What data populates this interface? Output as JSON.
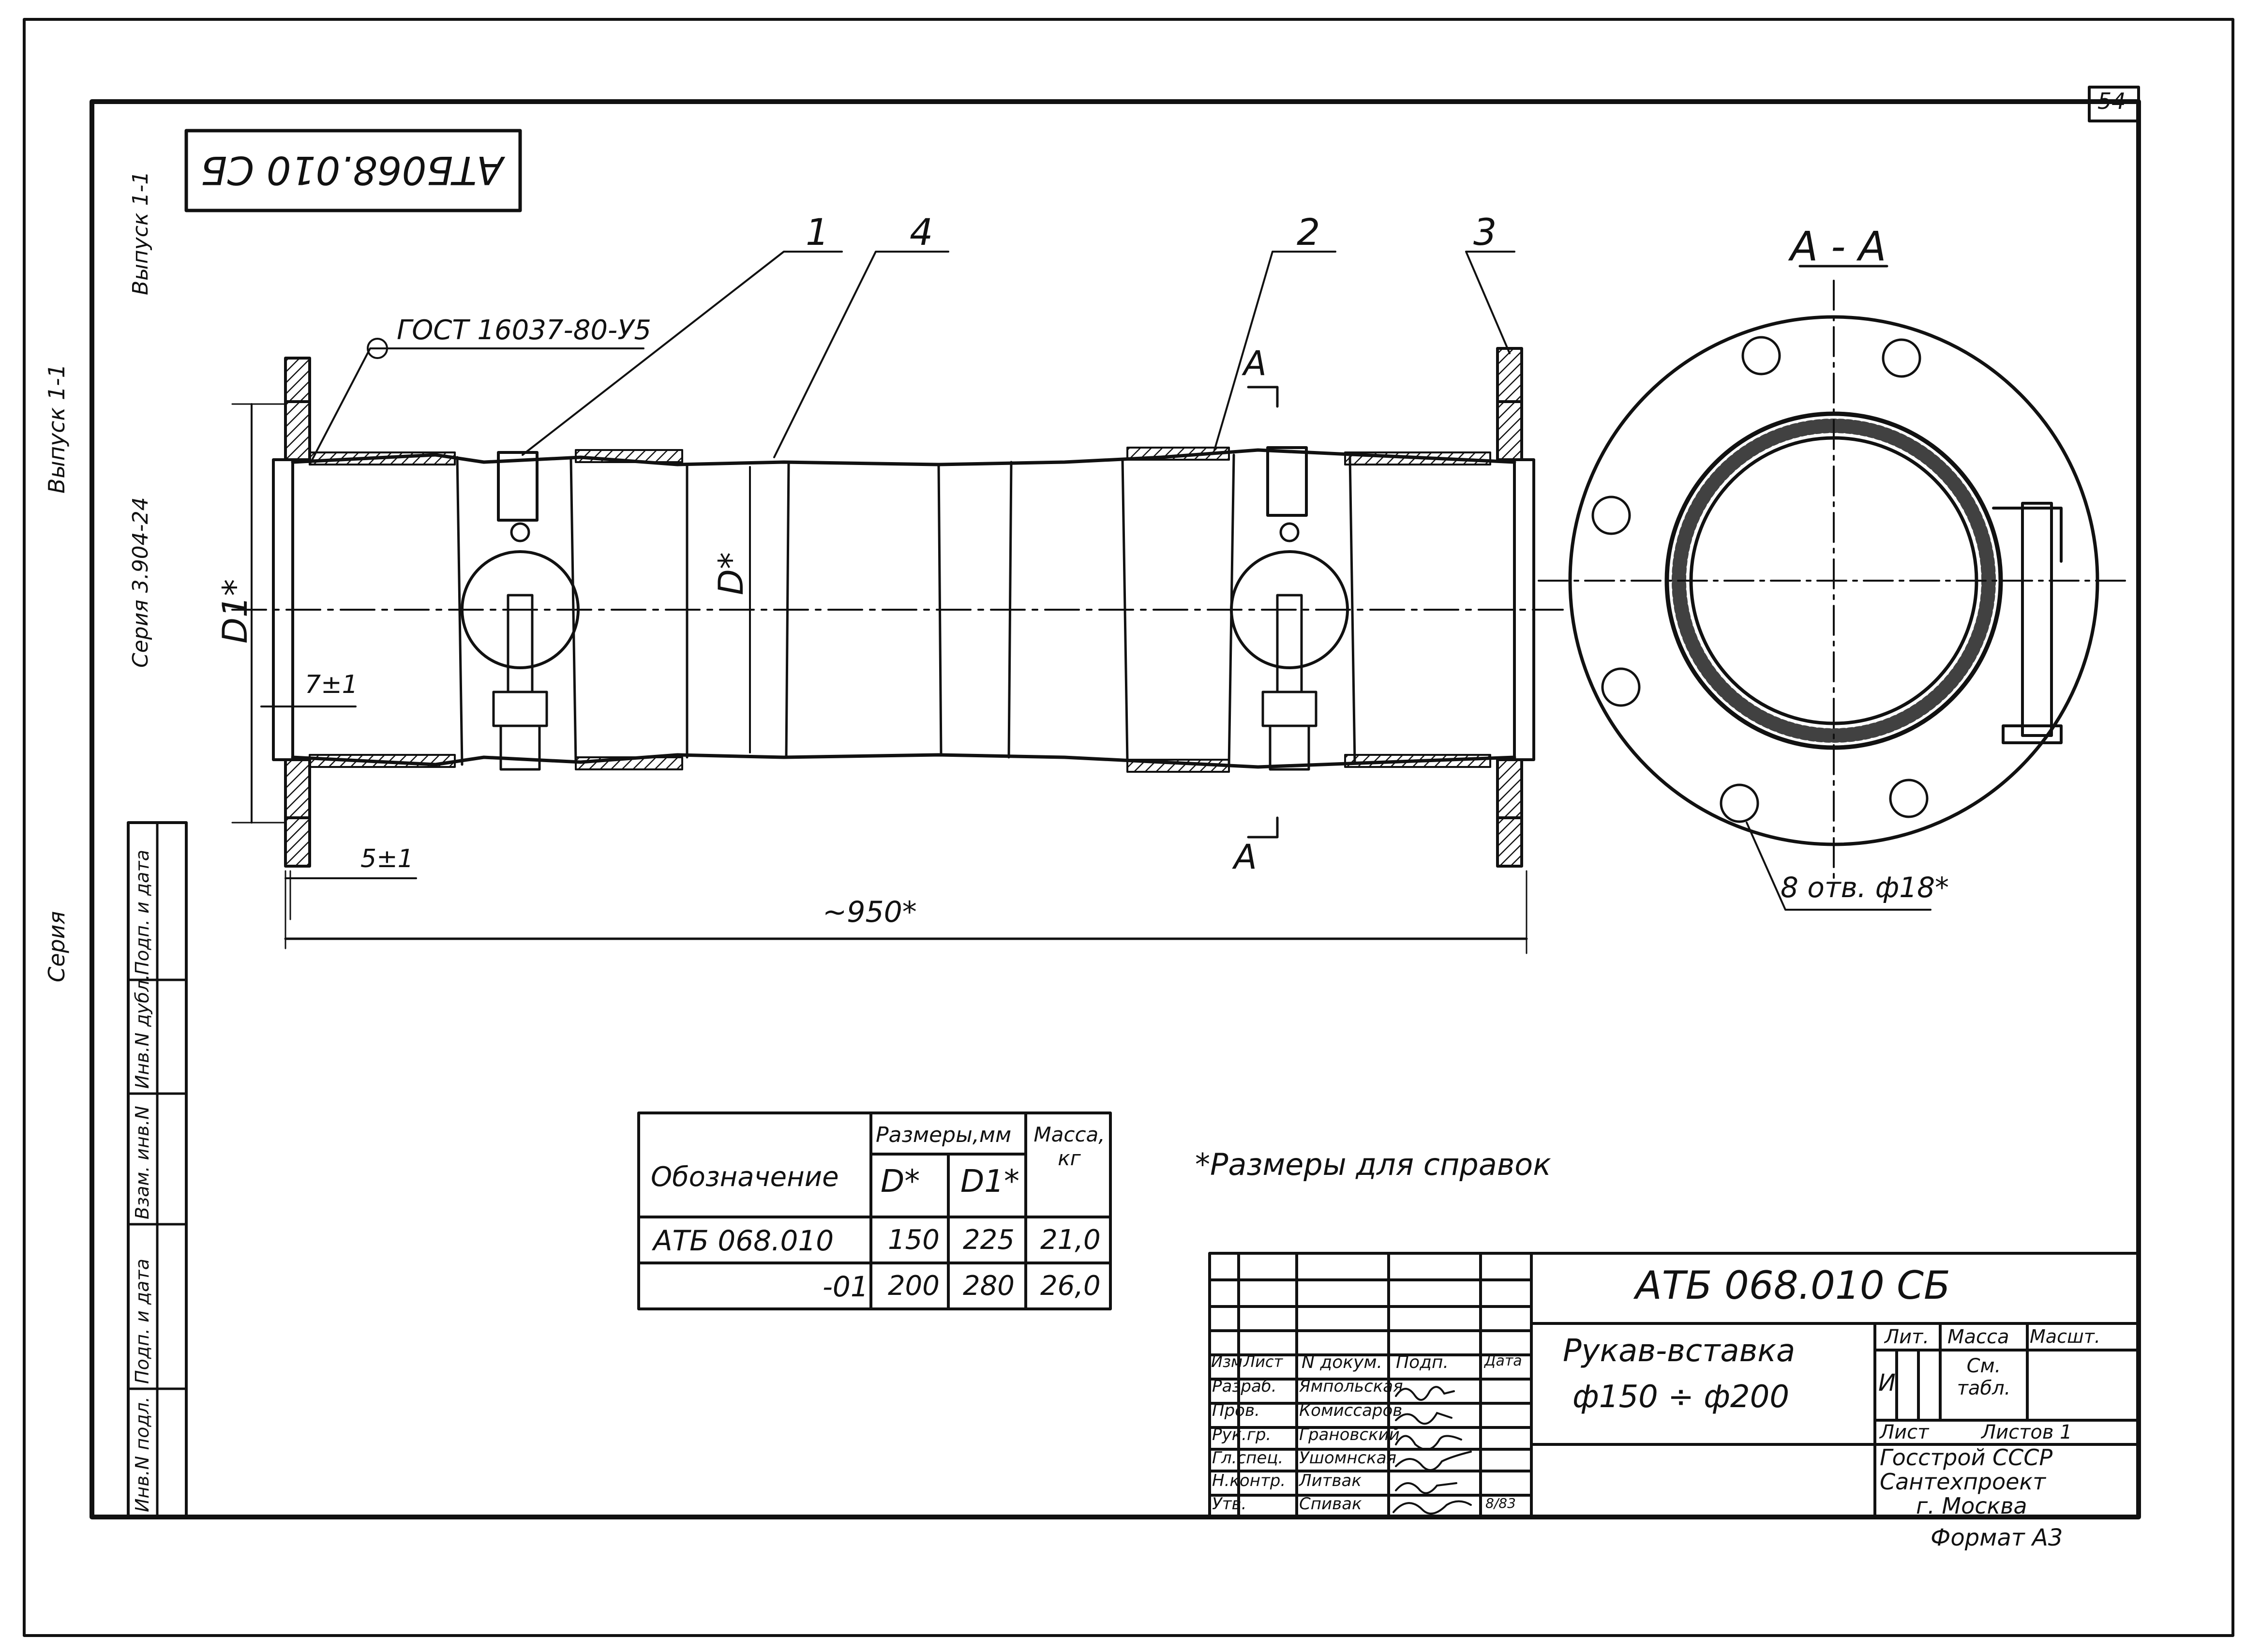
{
  "sheet": {
    "page_number": "54",
    "doc_code_stamp": "АТБ068.010 СБ",
    "format": "Формат А3"
  },
  "margin_labels": {
    "vypusk_outer": "Выпуск 1-1",
    "seriya_outer": "Серия",
    "vypusk_inner": "Выпуск 1-1",
    "seriya_inner": "Серия 3.904-24",
    "side_stamp_rows": [
      "Инв.N подл.",
      "Подп. и дата",
      "Взам. инв.N",
      "Инв.N дубл.",
      "Подп. и дата"
    ]
  },
  "drawing": {
    "gost_note": "ГОСТ 16037-80-У5",
    "callouts": [
      "1",
      "4",
      "2",
      "3"
    ],
    "section_title": "А - А",
    "section_mark_top": "А",
    "section_mark_bottom": "А",
    "dim_D1": "D1*",
    "dim_D": "D*",
    "dim_7": "7±1",
    "dim_5": "5±1",
    "dim_950": "~950*",
    "holes_note": "8 отв. ф18*"
  },
  "ref_note": "*Размеры для справок",
  "size_table": {
    "header_designation": "Обозначение",
    "header_sizes": "Размеры,мм",
    "header_mass": "Масса, кг",
    "header_D": "D*",
    "header_D1": "D1*",
    "rows": [
      {
        "designation": "АТБ 068.010",
        "D": "150",
        "D1": "225",
        "mass": "21,0"
      },
      {
        "designation": "-01",
        "D": "200",
        "D1": "280",
        "mass": "26,0"
      }
    ]
  },
  "title_block": {
    "doc_code": "АТБ 068.010 СБ",
    "name_line1": "Рукав-вставка",
    "name_line2": "ф150 ÷ ф200",
    "col_headers": [
      "Изм",
      "Лист",
      "N докум.",
      "Подп.",
      "Дата"
    ],
    "staff": [
      {
        "role": "Разраб.",
        "name": "Ямпольская"
      },
      {
        "role": "Пров.",
        "name": "Комиссаров"
      },
      {
        "role": "Рук.гр.",
        "name": "Грановский"
      },
      {
        "role": "Гл.спец.",
        "name": "Ушомнская"
      },
      {
        "role": "Н.контр.",
        "name": "Литвак"
      },
      {
        "role": "Утв.",
        "name": "Спивак"
      }
    ],
    "approval_date": "8/83",
    "lit_label": "Лит.",
    "mass_label": "Масса",
    "scale_label": "Масшт.",
    "lit_value": "И",
    "mass_value": "См. табл.",
    "sheet_label": "Лист",
    "sheets_label": "Листов 1",
    "org_line1": "Госстрой СССР",
    "org_line2": "Сантехпроект",
    "org_line3": "г. Москва"
  }
}
